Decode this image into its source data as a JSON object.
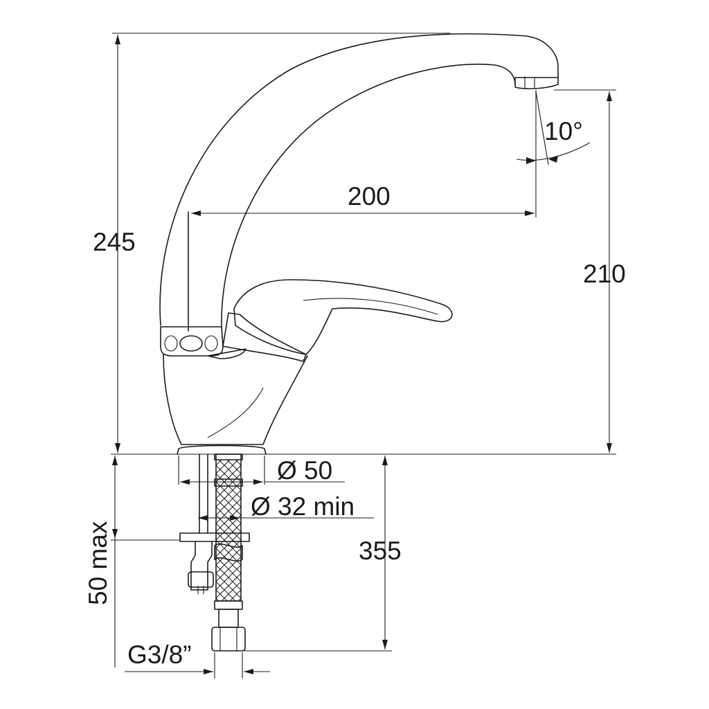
{
  "dimensions": {
    "total_height": "245",
    "spout_reach": "200",
    "spout_height": "210",
    "spout_angle": "10°",
    "base_diameter": "Ø 50",
    "hole_diameter": "Ø 32 min",
    "hose_length": "355",
    "deck_thickness": "50 max",
    "connection_thread": "G3/8”"
  },
  "colors": {
    "line": "#1a1a1a",
    "background": "#ffffff"
  }
}
